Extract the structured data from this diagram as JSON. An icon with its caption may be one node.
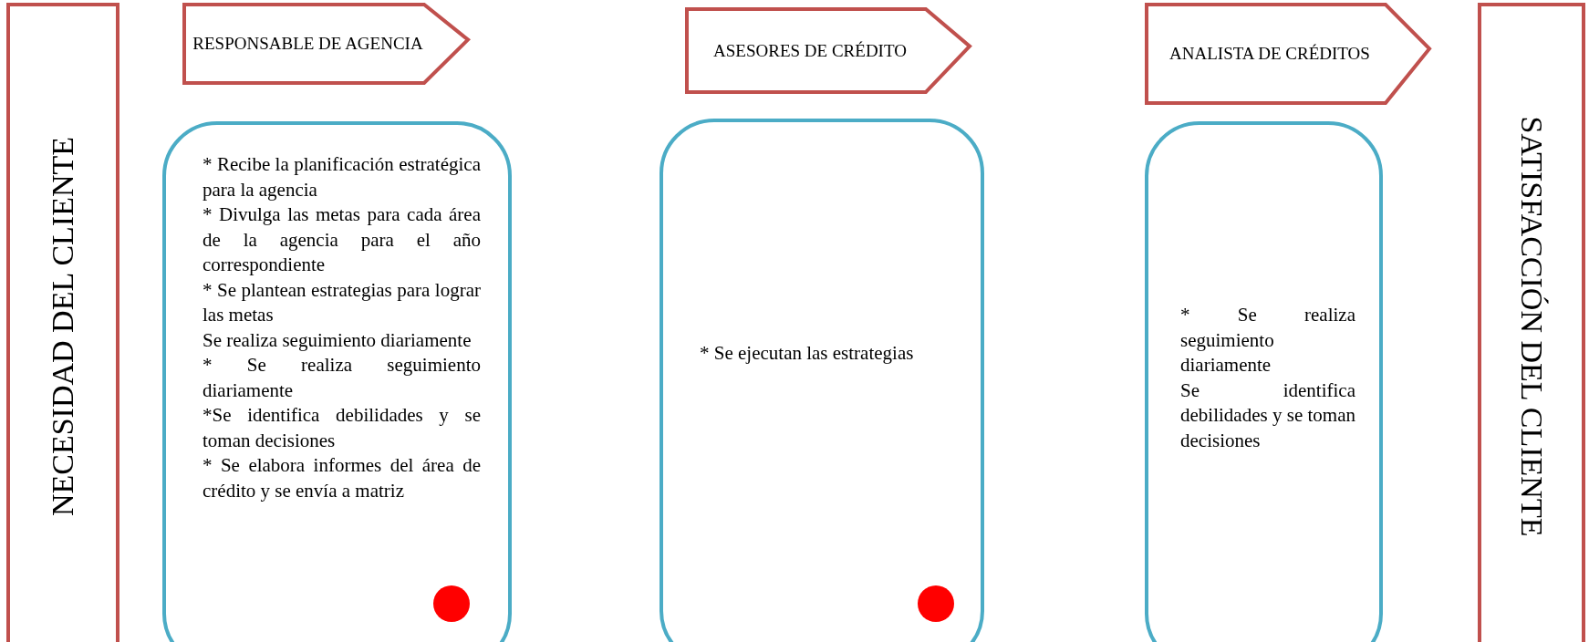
{
  "diagram": {
    "nodes": [
      {
        "text": [
          "NECESIDAD DEL CLIENTE"
        ]
      },
      {
        "text": [
          "RESPONSABLE DE AGENCIA"
        ]
      },
      {
        "text": [
          "* Recibe la planificación estratégica para la agencia",
          "* Divulga las metas para cada área de la agencia para el año correspondiente",
          "* Se plantean estrategias para lograr las metas",
          "Se realiza seguimiento diariamente",
          "* Se realiza seguimiento diariamente",
          "*Se identifica debilidades y se toman decisiones",
          "* Se elabora informes del área de crédito y se envía a matriz"
        ]
      },
      {
        "text": [],
        "shape": "circle",
        "in": 2
      },
      {
        "text": [
          "ASESORES DE CRÉDITO"
        ]
      },
      {
        "text": [
          "* Se ejecutan las estrategias"
        ]
      },
      {
        "text": [],
        "shape": "circle",
        "in": 5
      },
      {
        "text": [
          "ANALISTA DE CRÉDITOS"
        ]
      },
      {
        "text": [
          "* Se realiza seguimiento diariamente",
          "Se identifica debilidades y se toman decisiones"
        ]
      },
      {
        "text": [
          "SATISFACCIÓN DEL CLIENTE"
        ]
      }
    ]
  }
}
